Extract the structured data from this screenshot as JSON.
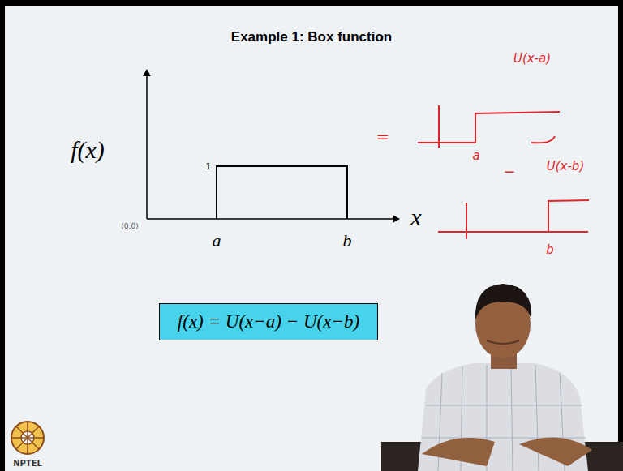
{
  "diagram": {
    "title": "Example 1: Box function",
    "nodes": [
      {
        "text": [
          "f(x) = U(x−a) − U(x−b)"
        ]
      }
    ],
    "labels": [
      "f(x)",
      "1",
      "(0,0)",
      "a",
      "b",
      "x",
      "=",
      "U(x-a)",
      "a",
      "−",
      "U(x-b)",
      "b",
      "NPTEL"
    ]
  }
}
